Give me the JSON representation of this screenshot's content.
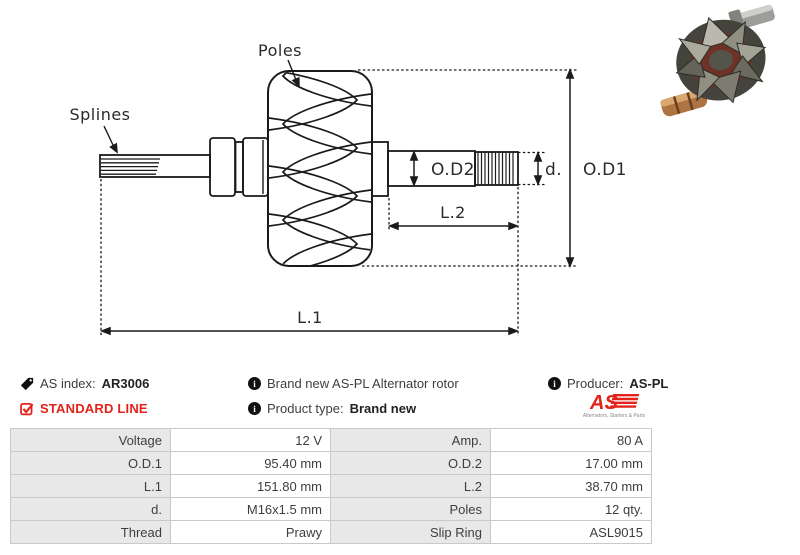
{
  "diagram": {
    "labels": {
      "poles": "Poles",
      "splines": "Splines",
      "od2": "O.D2",
      "d": "d.",
      "od1": "O.D1",
      "l2": "L.2",
      "l1": "L.1"
    }
  },
  "info": {
    "as_index": {
      "icon": "tag-icon",
      "label": "AS index:",
      "value": "AR3006"
    },
    "line_badge": {
      "icon": "checkbox-check-icon",
      "label": "STANDARD LINE"
    },
    "description": {
      "icon": "info-icon",
      "text": "Brand new AS-PL Alternator rotor"
    },
    "product_type": {
      "icon": "info-icon",
      "label": "Product type:",
      "value": "Brand new"
    },
    "producer": {
      "icon": "info-icon",
      "label": "Producer:",
      "value": "AS-PL"
    },
    "logo": {
      "text": "AS",
      "tagline": "Alternators, Starters & Parts"
    }
  },
  "colors": {
    "accent_red": "#e2231a",
    "diagram_line": "#1a1a1a",
    "table_label_bg": "#e8e8e8",
    "table_border": "#c9c9c9",
    "text": "#3e3e3e"
  },
  "spec_table": {
    "rows": [
      [
        "Voltage",
        "12 V",
        "Amp.",
        "80 A"
      ],
      [
        "O.D.1",
        "95.40 mm",
        "O.D.2",
        "17.00 mm"
      ],
      [
        "L.1",
        "151.80 mm",
        "L.2",
        "38.70 mm"
      ],
      [
        "d.",
        "M16x1.5 mm",
        "Poles",
        "12 qty."
      ],
      [
        "Thread",
        "Prawy",
        "Slip Ring",
        "ASL9015"
      ]
    ]
  }
}
